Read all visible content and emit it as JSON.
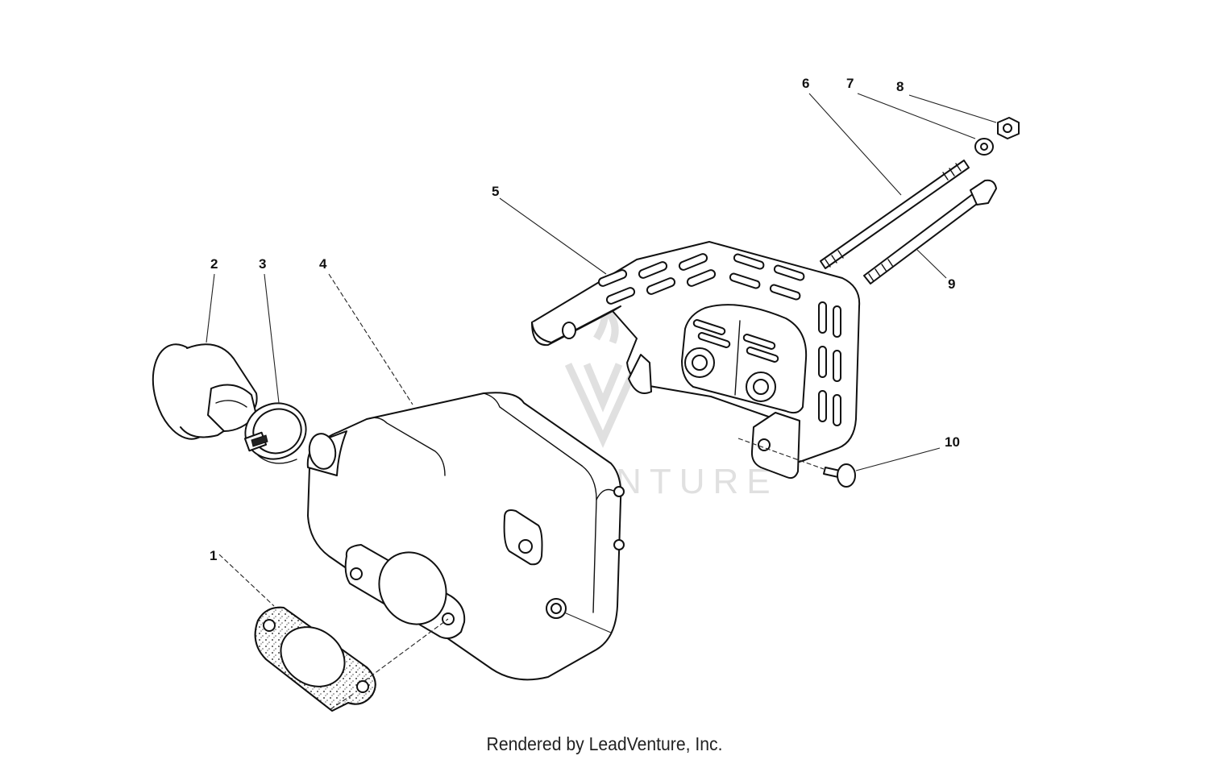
{
  "diagram": {
    "callouts": [
      {
        "id": "1",
        "label": "1"
      },
      {
        "id": "2",
        "label": "2"
      },
      {
        "id": "3",
        "label": "3"
      },
      {
        "id": "4",
        "label": "4"
      },
      {
        "id": "5",
        "label": "5"
      },
      {
        "id": "6",
        "label": "6"
      },
      {
        "id": "7",
        "label": "7"
      },
      {
        "id": "8",
        "label": "8"
      },
      {
        "id": "9",
        "label": "9"
      },
      {
        "id": "10",
        "label": "10"
      }
    ]
  },
  "watermark": {
    "text": "LEADVENTURE",
    "logo_icon": "leadventure-logo-icon",
    "color": "#d6d6d6"
  },
  "footer": {
    "text": "Rendered by LeadVenture, Inc."
  },
  "colors": {
    "line": "#111111",
    "background": "#ffffff"
  }
}
